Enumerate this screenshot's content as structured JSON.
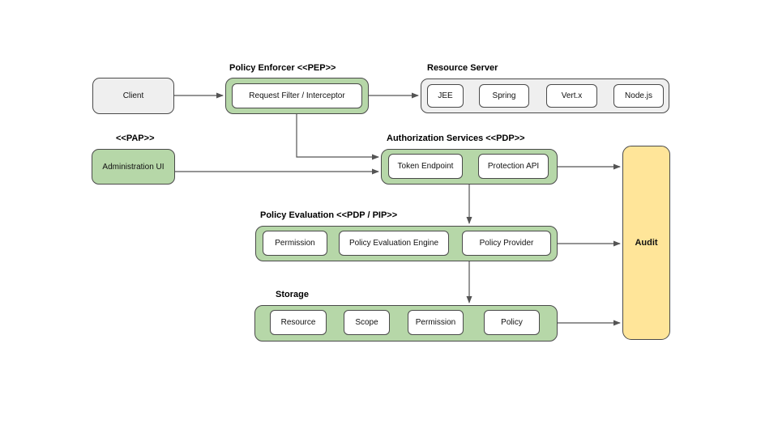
{
  "diagram": {
    "client_label": "Client",
    "policy_enforcer": {
      "title": "Policy Enforcer <<PEP>>",
      "item": "Request Filter / Interceptor"
    },
    "resource_server": {
      "title": "Resource Server",
      "items": [
        "JEE",
        "Spring",
        "Vert.x",
        "Node.js"
      ]
    },
    "pap": {
      "title": "<<PAP>>",
      "item": "Administration UI"
    },
    "authorization_services": {
      "title": "Authorization Services <<PDP>>",
      "items": [
        "Token Endpoint",
        "Protection API"
      ]
    },
    "policy_evaluation": {
      "title": "Policy Evaluation <<PDP / PIP>>",
      "items": [
        "Permission",
        "Policy Evaluation Engine",
        "Policy Provider"
      ]
    },
    "storage": {
      "title": "Storage",
      "items": [
        "Resource",
        "Scope",
        "Permission",
        "Policy"
      ]
    },
    "audit_label": "Audit",
    "colors": {
      "green_fill": "#b6d7a8",
      "gray_fill": "#efefef",
      "yellow_fill": "#ffe599",
      "border": "#4a4a4a",
      "arrow": "#545454",
      "background": "#ffffff"
    }
  }
}
